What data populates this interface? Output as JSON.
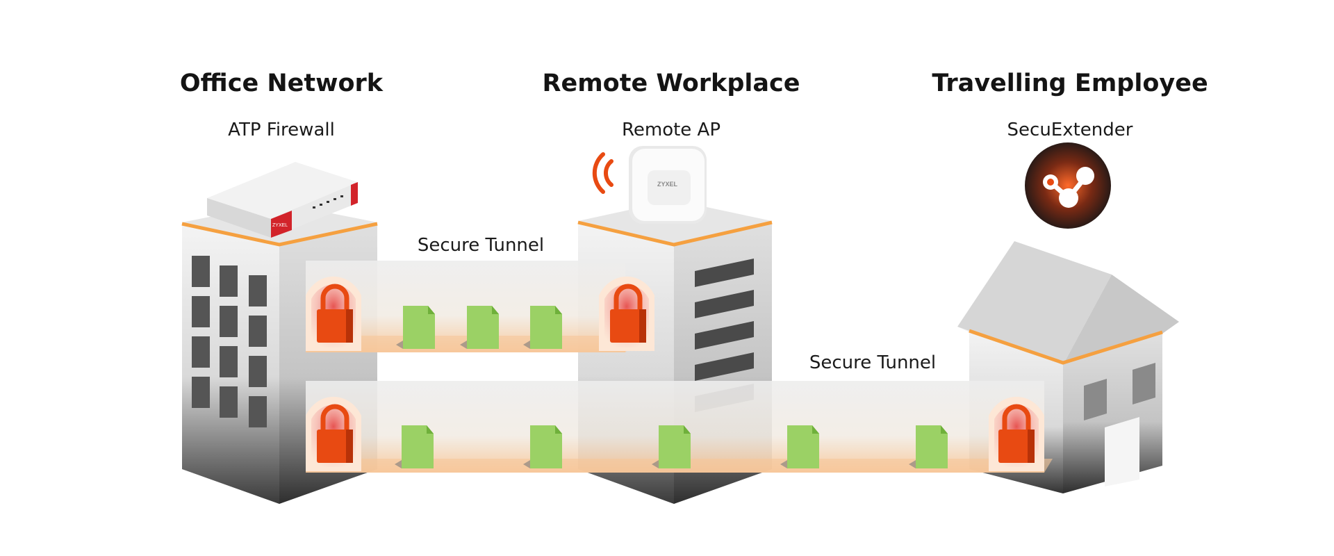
{
  "sections": [
    {
      "title": "Office Network",
      "subtitle": "ATP Firewall"
    },
    {
      "title": "Remote Workplace",
      "subtitle": "Remote AP"
    },
    {
      "title": "Travelling Employee",
      "subtitle": "SecuExtender"
    }
  ],
  "tunnels": [
    {
      "label": "Secure Tunnel"
    },
    {
      "label": "Secure Tunnel"
    }
  ],
  "device_brand": "ZYXEL",
  "icons": {
    "firewall": "firewall-device-icon",
    "access_point": "access-point-icon",
    "wifi": "wifi-signal-icon",
    "vpn_client": "secuextender-icon",
    "lock": "padlock-icon",
    "file": "document-icon"
  },
  "colors": {
    "accent_orange": "#f5a040",
    "lock_orange": "#e84a12",
    "file_green": "#9bd165",
    "brand_red": "#d2232a",
    "building_gray": "#e2e2e2",
    "window_dark": "#555555"
  }
}
